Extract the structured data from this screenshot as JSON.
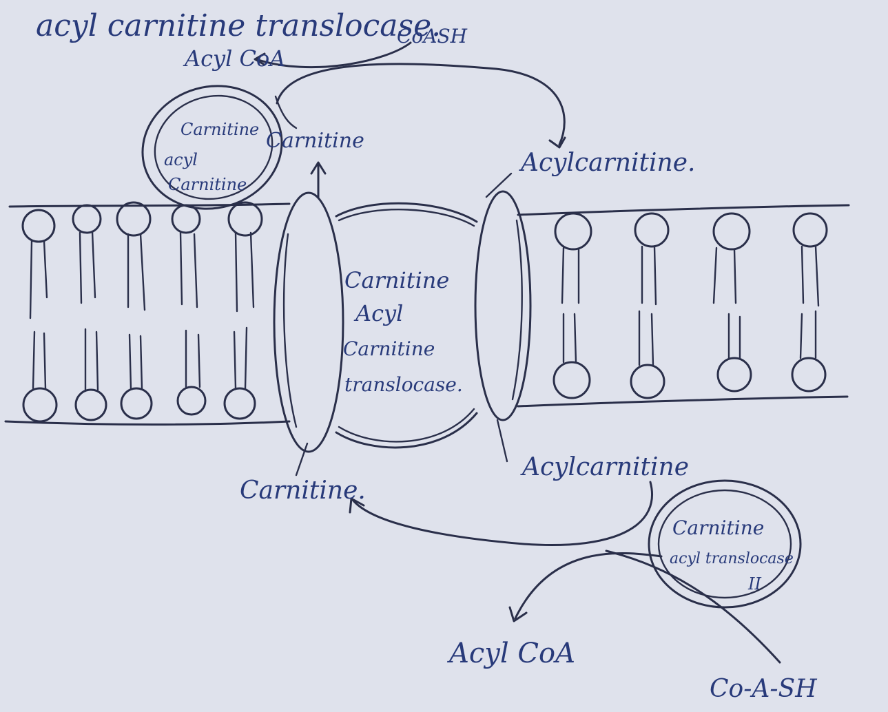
{
  "title": "acyl carnitine translocase.",
  "labels": {
    "acyl_coa_top": "Acyl CoA",
    "coash_top": "CoASH",
    "cpt1_line1": "Carnitine",
    "cpt1_line2": "acyl",
    "cpt1_line3": "Carnitine",
    "carnitine_top": "Carnitine",
    "acylcarnitine_top": "Acylcarnitine.",
    "translocase_line1": "Carnitine",
    "translocase_line2": "Acyl",
    "translocase_line3": "Carnitine",
    "translocase_line4": "translocase.",
    "carnitine_bottom": "Carnitine.",
    "acylcarnitine_bottom": "Acylcarnitine",
    "cpt2_line1": "Carnitine",
    "cpt2_line2": "acyl translocase",
    "cpt2_line3": "II",
    "acyl_coa_bottom": "Acyl CoA",
    "coash_bottom": "Co-A-SH"
  },
  "colors": {
    "paper": "#dfe2ec",
    "ink": "#2a2f4a",
    "text_ink": "#283a7a"
  }
}
